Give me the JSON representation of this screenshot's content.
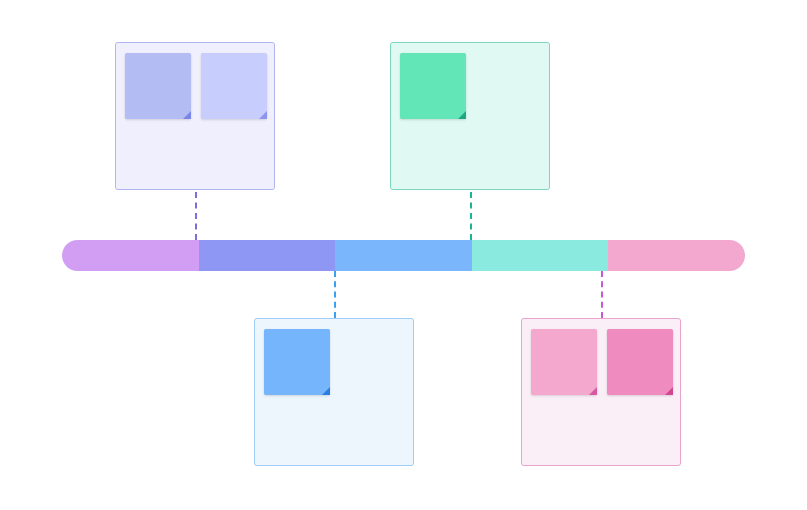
{
  "segments": [
    {
      "id": "seg-1",
      "color": "#d19ef3"
    },
    {
      "id": "seg-2",
      "color": "#8e97f4"
    },
    {
      "id": "seg-3",
      "color": "#7ab6fb"
    },
    {
      "id": "seg-4",
      "color": "#8aeae0"
    },
    {
      "id": "seg-5",
      "color": "#f2a8cf"
    }
  ],
  "connectors": [
    {
      "id": "top-left",
      "color": "#7b6fe0"
    },
    {
      "id": "top-right",
      "color": "#1bb39a"
    },
    {
      "id": "bottom-left",
      "color": "#3aa0f0"
    },
    {
      "id": "bottom-right",
      "color": "#c45ad6"
    }
  ],
  "cards": [
    {
      "id": "top-left",
      "bg": "#efeffd",
      "border": "#b2b6ee",
      "notes": [
        {
          "color": "#b4bcf4",
          "fold": "#7a85e8"
        },
        {
          "color": "#c7cdfd",
          "fold": "#8b95ef"
        }
      ]
    },
    {
      "id": "top-right",
      "bg": "#e0f9f3",
      "border": "#7dd7bf",
      "notes": [
        {
          "color": "#62e6b8",
          "fold": "#19a882"
        }
      ]
    },
    {
      "id": "bottom-left",
      "bg": "#edf5fd",
      "border": "#9fcdf5",
      "notes": [
        {
          "color": "#75b5fb",
          "fold": "#2b7ee0"
        }
      ]
    },
    {
      "id": "bottom-right",
      "bg": "#faeef7",
      "border": "#eaa3cc",
      "notes": [
        {
          "color": "#f4a8cd",
          "fold": "#d9579e"
        },
        {
          "color": "#f08bbf",
          "fold": "#d24791"
        }
      ]
    }
  ]
}
